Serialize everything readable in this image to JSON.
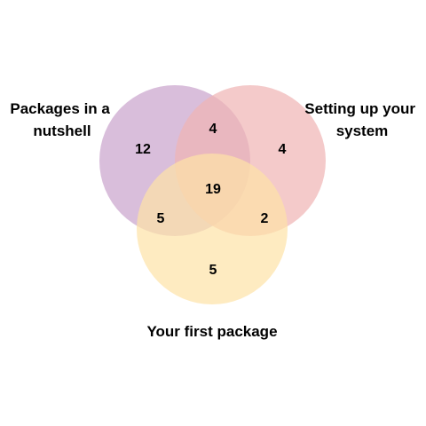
{
  "venn": {
    "sets": [
      {
        "id": "a",
        "label_lines": [
          "Packages in a",
          "nutshell"
        ],
        "color": "#c9a3cc"
      },
      {
        "id": "b",
        "label_lines": [
          "Setting up your",
          "system"
        ],
        "color": "#f0b3b3"
      },
      {
        "id": "c",
        "label_lines": [
          "Your first package"
        ],
        "color": "#fde2a6"
      }
    ],
    "regions": {
      "a_only": "12",
      "b_only": "4",
      "c_only": "5",
      "ab": "4",
      "ac": "5",
      "bc": "2",
      "abc": "19"
    }
  }
}
